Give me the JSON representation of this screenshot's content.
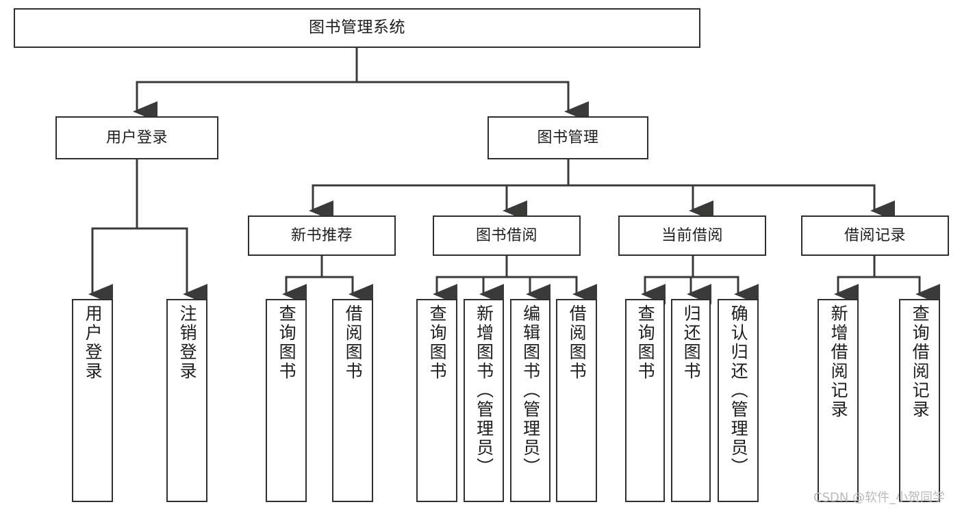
{
  "diagram": {
    "type": "tree-hierarchy-diagram",
    "title": "图书管理系统",
    "orientation": "top-down",
    "colors": {
      "box_border": "#31302f",
      "box_fill": "#ffffff",
      "connector": "#3a3a38",
      "text": "#1d1d1b",
      "watermark": "#b9b9b9",
      "background": "#ffffff"
    }
  },
  "root": {
    "id": "root",
    "label": "图书管理系统"
  },
  "level1": [
    {
      "id": "user-login",
      "label": "用户登录"
    },
    {
      "id": "book-manage",
      "label": "图书管理"
    }
  ],
  "level2": [
    {
      "id": "new-book-recommend",
      "label": "新书推荐",
      "parent": "book-manage"
    },
    {
      "id": "book-borrow",
      "label": "图书借阅",
      "parent": "book-manage"
    },
    {
      "id": "current-borrow",
      "label": "当前借阅",
      "parent": "book-manage"
    },
    {
      "id": "borrow-record",
      "label": "借阅记录",
      "parent": "book-manage"
    }
  ],
  "leaves": [
    {
      "id": "leaf-user-login",
      "label": "用户登录",
      "parent": "user-login"
    },
    {
      "id": "leaf-logout",
      "label": "注销登录",
      "parent": "user-login"
    },
    {
      "id": "leaf-query-book-1",
      "label": "查询图书",
      "parent": "new-book-recommend"
    },
    {
      "id": "leaf-borrow-book-1",
      "label": "借阅图书",
      "parent": "new-book-recommend"
    },
    {
      "id": "leaf-query-book-2",
      "label": "查询图书",
      "parent": "book-borrow"
    },
    {
      "id": "leaf-add-book",
      "label": "新增图书（管理员）",
      "parent": "book-borrow"
    },
    {
      "id": "leaf-edit-book",
      "label": "编辑图书（管理员）",
      "parent": "book-borrow"
    },
    {
      "id": "leaf-borrow-book-2",
      "label": "借阅图书",
      "parent": "book-borrow"
    },
    {
      "id": "leaf-query-book-3",
      "label": "查询图书",
      "parent": "current-borrow"
    },
    {
      "id": "leaf-return-book",
      "label": "归还图书",
      "parent": "current-borrow"
    },
    {
      "id": "leaf-confirm-return",
      "label": "确认归还（管理员）",
      "parent": "current-borrow"
    },
    {
      "id": "leaf-add-record",
      "label": "新增借阅记录",
      "parent": "borrow-record"
    },
    {
      "id": "leaf-query-record",
      "label": "查询借阅记录",
      "parent": "borrow-record"
    }
  ],
  "watermark": {
    "text": "CSDN @软件_小贺同学"
  }
}
